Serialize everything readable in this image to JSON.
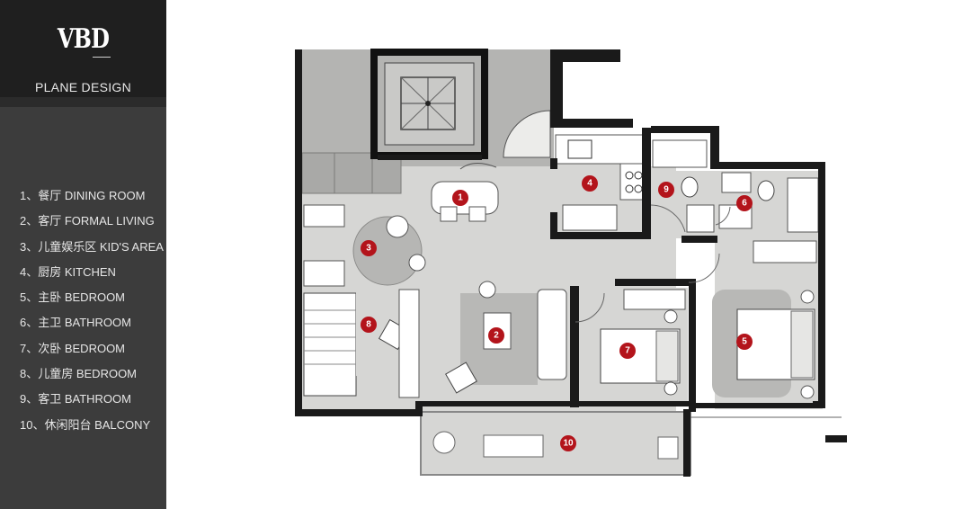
{
  "sidebar": {
    "logo": "VBD",
    "subtitle": "PLANE DESIGN",
    "legend": [
      "1、餐厅 DINING ROOM",
      "2、客厅 FORMAL LIVING",
      "3、儿童娱乐区  KID'S  AREA",
      "4、厨房  KITCHEN",
      "5、主卧   BEDROOM",
      "6、主卫  BATHROOM",
      "7、次卧  BEDROOM",
      "8、儿童房  BEDROOM",
      "9、客卫  BATHROOM",
      "10、休闲阳台   BALCONY"
    ]
  },
  "plan": {
    "markers": [
      "1",
      "2",
      "3",
      "4",
      "5",
      "6",
      "7",
      "8",
      "9",
      "10"
    ]
  },
  "colors": {
    "sidebar_bg": "#3c3c3c",
    "sidebar_head_bg": "#1f1f1f",
    "marker": "#b3141b",
    "wall": "#1a1a1a",
    "floor": "#d6d6d4",
    "rug": "#bdbdbb"
  }
}
